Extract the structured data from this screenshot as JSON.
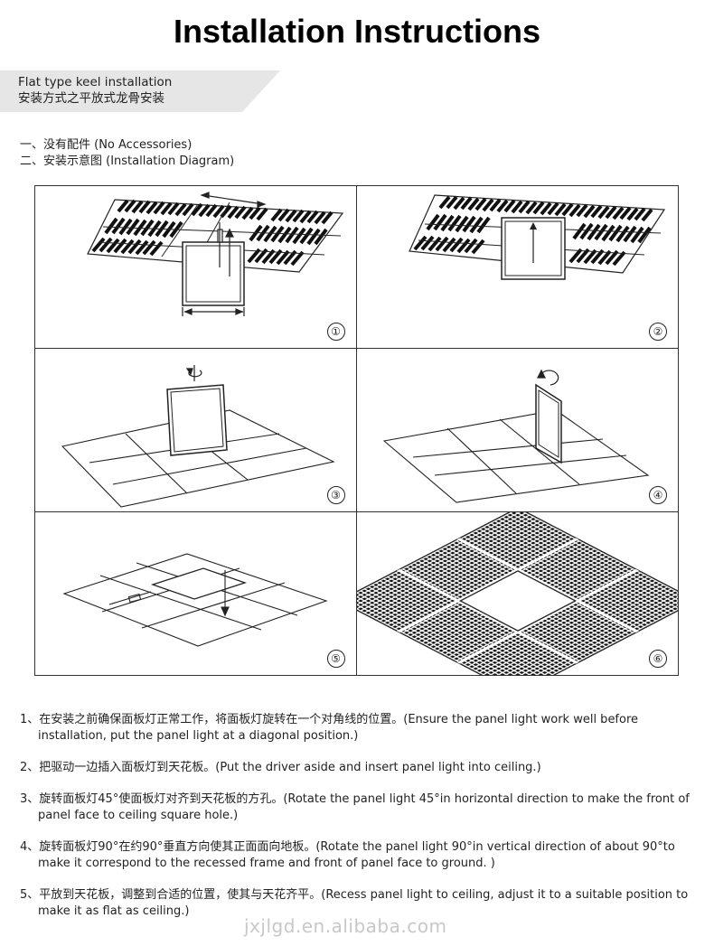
{
  "title": "Installation Instructions",
  "banner": {
    "en": "Flat type keel installation",
    "cn": "安装方式之平放式龙骨安装"
  },
  "intro": [
    "一、没有配件 (No Accessories)",
    "二、安装示意图 (Installation Diagram)"
  ],
  "diagram_steps": [
    "①",
    "②",
    "③",
    "④",
    "⑤",
    "⑥"
  ],
  "steps": [
    "1、在安装之前确保面板灯正常工作，将面板灯旋转在一个对角线的位置。(Ensure the panel light work well before installation, put the panel light at a diagonal position.)",
    "2、把驱动一边插入面板灯到天花板。(Put the driver aside and insert panel light into ceiling.)",
    "3、旋转面板灯45°使面板灯对齐到天花板的方孔。(Rotate the panel light 45°in horizontal direction to make the front of panel face to ceiling square hole.)",
    "4、旋转面板灯90°在约90°垂直方向使其正面面向地板。(Rotate the panel light 90°in vertical direction of about 90°to make it correspond to the recessed frame and front of panel face to ground. )",
    "5、平放到天花板，调整到合适的位置，使其与天花齐平。(Recess panel light to ceiling, adjust it to a suitable position to make it as flat as ceiling.)"
  ],
  "watermark": "jxjlgd.en.alibaba.com",
  "colors": {
    "banner_bg": "#e6e6e6",
    "line": "#333333",
    "text": "#222222",
    "watermark": "#c8c8c8"
  }
}
